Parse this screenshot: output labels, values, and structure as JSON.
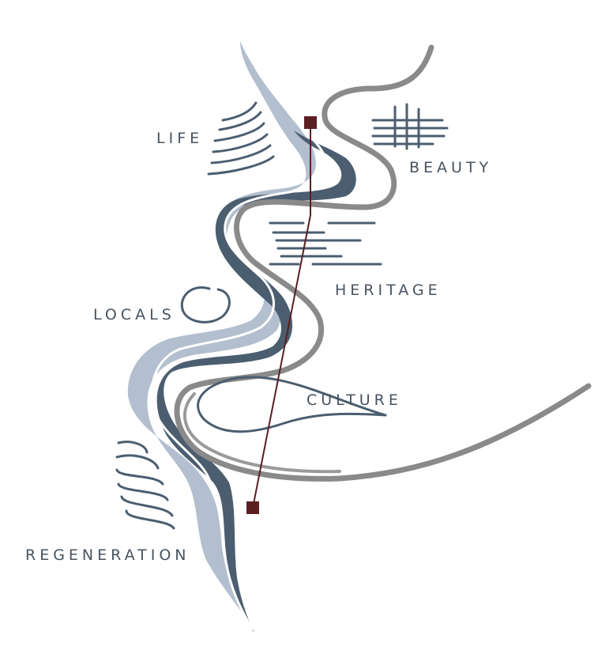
{
  "labels": {
    "life": "LIFE",
    "beauty": "BEAUTY",
    "heritage": "HERITAGE",
    "locals": "LOCALS",
    "culture": "CULTURE",
    "regeneration": "REGENERATION"
  },
  "colors": {
    "river_light": "#b3bfce",
    "river_dark": "#4b5e70",
    "path_gray": "#8a8a8a",
    "axis": "#5b1f22",
    "label": "#47535f",
    "symbol": "#4b5e70"
  },
  "icons": {
    "life": "wave-lines-icon",
    "beauty": "grid-icon",
    "heritage": "dash-lines-icon",
    "locals": "circle-swirl-icon",
    "culture": "leaf-loop-icon",
    "regeneration": "s-wave-lines-icon"
  }
}
